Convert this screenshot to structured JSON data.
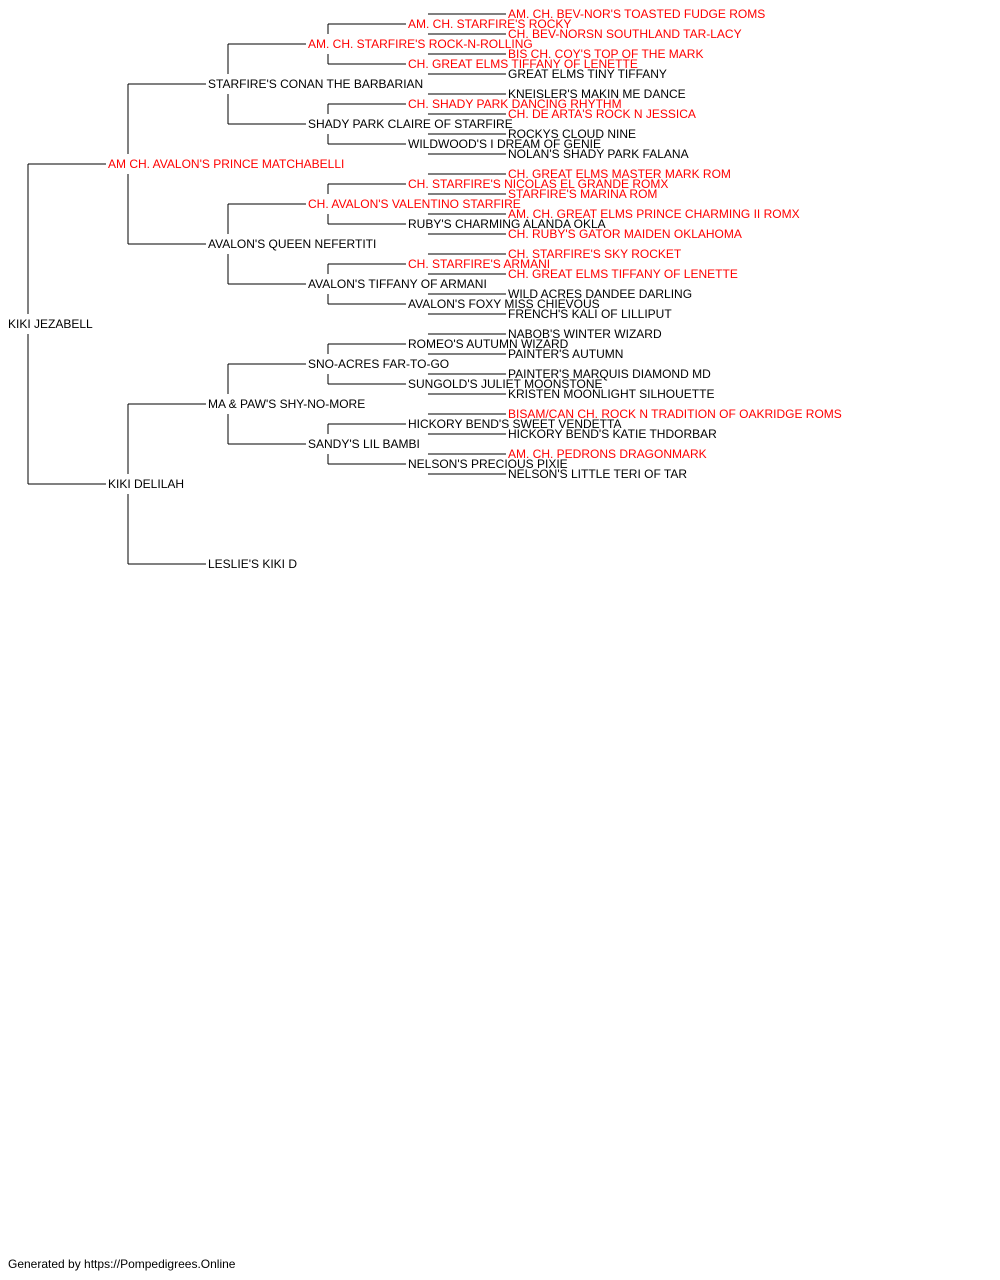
{
  "colors": {
    "champion": "#ff0000",
    "normal": "#000000",
    "line": "#000000"
  },
  "pedigree": {
    "name": "KIKI JEZABELL",
    "champion": false,
    "sire": {
      "name": "AM CH. AVALON'S PRINCE MATCHABELLI",
      "champion": true,
      "sire": {
        "name": "STARFIRE'S CONAN THE BARBARIAN",
        "champion": false,
        "sire": {
          "name": "AM. CH. STARFIRE'S ROCK-N-ROLLING",
          "champion": true,
          "sire": {
            "name": "AM. CH. STARFIRE'S ROCKY",
            "champion": true,
            "sire": {
              "name": "AM. CH. BEV-NOR'S TOASTED FUDGE ROMS",
              "champion": true
            },
            "dam": {
              "name": "CH. BEV-NORSN SOUTHLAND TAR-LACY",
              "champion": true
            }
          },
          "dam": {
            "name": "CH. GREAT ELMS TIFFANY OF LENETTE",
            "champion": true,
            "sire": {
              "name": "BIS CH. COY'S TOP OF THE MARK",
              "champion": true
            },
            "dam": {
              "name": "GREAT ELMS TINY TIFFANY",
              "champion": false
            }
          }
        },
        "dam": {
          "name": "SHADY PARK CLAIRE OF STARFIRE",
          "champion": false,
          "sire": {
            "name": "CH. SHADY PARK DANCING RHYTHM",
            "champion": true,
            "sire": {
              "name": "KNEISLER'S MAKIN ME DANCE",
              "champion": false
            },
            "dam": {
              "name": "CH. DE ARTA'S ROCK N JESSICA",
              "champion": true
            }
          },
          "dam": {
            "name": "WILDWOOD'S I DREAM OF GENIE",
            "champion": false,
            "sire": {
              "name": "ROCKYS CLOUD NINE",
              "champion": false
            },
            "dam": {
              "name": "NOLAN'S SHADY PARK FALANA",
              "champion": false
            }
          }
        }
      },
      "dam": {
        "name": "AVALON'S QUEEN NEFERTITI",
        "champion": false,
        "sire": {
          "name": "CH. AVALON'S VALENTINO STARFIRE",
          "champion": true,
          "sire": {
            "name": "CH. STARFIRE'S NICOLAS EL GRANDE ROMX",
            "champion": true,
            "sire": {
              "name": "CH. GREAT ELMS MASTER MARK ROM",
              "champion": true
            },
            "dam": {
              "name": "STARFIRE'S MARINA ROM",
              "champion": true
            }
          },
          "dam": {
            "name": "RUBY'S CHARMING ALANDA OKLA",
            "champion": false,
            "sire": {
              "name": "AM. CH. GREAT ELMS PRINCE CHARMING II ROMX",
              "champion": true
            },
            "dam": {
              "name": "CH. RUBY'S GATOR MAIDEN OKLAHOMA",
              "champion": true
            }
          }
        },
        "dam": {
          "name": "AVALON'S TIFFANY OF ARMANI",
          "champion": false,
          "sire": {
            "name": "CH. STARFIRE'S ARMANI",
            "champion": true,
            "sire": {
              "name": "CH. STARFIRE'S SKY ROCKET",
              "champion": true
            },
            "dam": {
              "name": "CH. GREAT ELMS TIFFANY OF LENETTE",
              "champion": true
            }
          },
          "dam": {
            "name": "AVALON'S FOXY MISS CHIEVOUS",
            "champion": false,
            "sire": {
              "name": "WILD ACRES DANDEE DARLING",
              "champion": false
            },
            "dam": {
              "name": "FRENCH'S KALI OF LILLIPUT",
              "champion": false
            }
          }
        }
      }
    },
    "dam": {
      "name": "KIKI DELILAH",
      "champion": false,
      "sire": {
        "name": "MA & PAW'S SHY-NO-MORE",
        "champion": false,
        "sire": {
          "name": "SNO-ACRES FAR-TO-GO",
          "champion": false,
          "sire": {
            "name": "ROMEO'S AUTUMN WIZARD",
            "champion": false,
            "sire": {
              "name": "NABOB'S WINTER WIZARD",
              "champion": false
            },
            "dam": {
              "name": "PAINTER'S AUTUMN",
              "champion": false
            }
          },
          "dam": {
            "name": "SUNGOLD'S JULIET MOONSTONE",
            "champion": false,
            "sire": {
              "name": "PAINTER'S MARQUIS DIAMOND MD",
              "champion": false
            },
            "dam": {
              "name": "KRISTEN MOONLIGHT SILHOUETTE",
              "champion": false
            }
          }
        },
        "dam": {
          "name": "SANDY'S LIL BAMBI",
          "champion": false,
          "sire": {
            "name": "HICKORY BEND'S SWEET VENDETTA",
            "champion": false,
            "sire": {
              "name": "BISAM/CAN CH. ROCK N TRADITION OF OAKRIDGE ROMS",
              "champion": true
            },
            "dam": {
              "name": "HICKORY BEND'S KATIE THDORBAR",
              "champion": false
            }
          },
          "dam": {
            "name": "NELSON'S PRECIOUS PIXIE",
            "champion": false,
            "sire": {
              "name": "AM. CH. PEDRONS DRAGONMARK",
              "champion": true
            },
            "dam": {
              "name": "NELSON'S LITTLE TERI OF TAR",
              "champion": false
            }
          }
        }
      },
      "dam": {
        "name": "LESLIE'S KIKI D",
        "champion": false
      }
    }
  },
  "footer": "Generated by https://Pompedigrees.Online"
}
